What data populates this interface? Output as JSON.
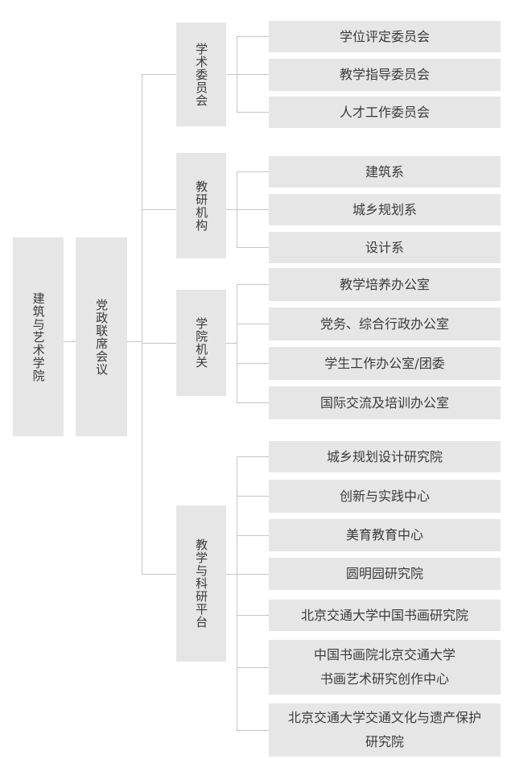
{
  "root": {
    "label": "建筑与艺术学院"
  },
  "council": {
    "label": "党政联席会议"
  },
  "groups": [
    {
      "label": "学术委员会",
      "children": [
        "学位评定委员会",
        "教学指导委员会",
        "人才工作委员会"
      ]
    },
    {
      "label": "教研机构",
      "children": [
        "建筑系",
        "城乡规划系",
        "设计系"
      ]
    },
    {
      "label": "学院机关",
      "children": [
        "教学培养办公室",
        "党务、综合行政办公室",
        "学生工作办公室/团委",
        "国际交流及培训办公室"
      ]
    },
    {
      "label": "教学与科研平台",
      "children": [
        "城乡规划设计研究院",
        "创新与实践中心",
        "美育教育中心",
        "圆明园研究院",
        "北京交通大学中国书画研究院",
        "中国书画院北京交通大学\n书画艺术研究创作中心",
        "北京交通大学交通文化与遗产保护\n研究院"
      ]
    }
  ],
  "colors": {
    "box_fill": "#e6e6e6",
    "connector_line": "#c6c6c6",
    "text": "#3b3b3b",
    "background": "#ffffff"
  }
}
